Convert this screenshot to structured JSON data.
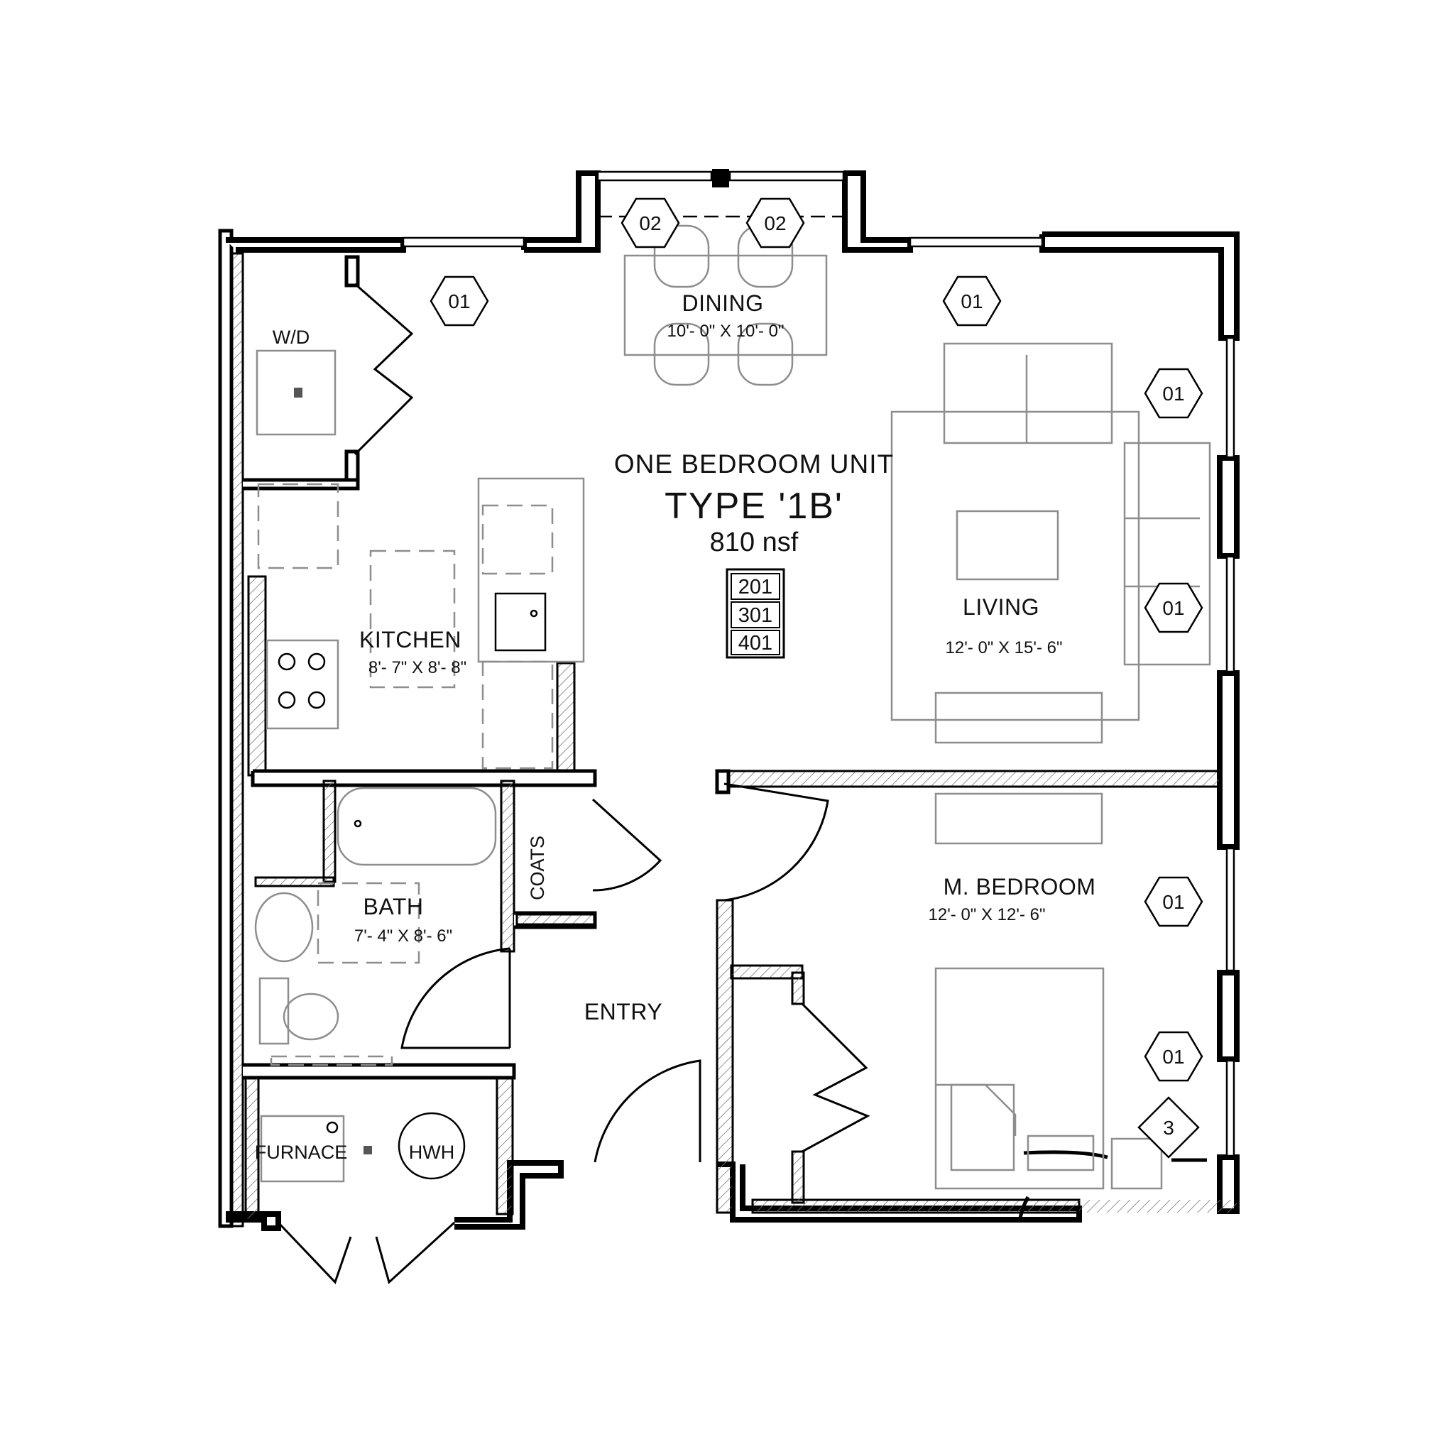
{
  "plan": {
    "title": "ONE BEDROOM UNIT",
    "type_label": "TYPE '1B'",
    "area": "810 nsf",
    "unit_numbers": [
      "201",
      "301",
      "401"
    ]
  },
  "rooms": {
    "dining": {
      "name": "DINING",
      "dims": "10'- 0\" X 10'- 0\""
    },
    "living": {
      "name": "LIVING",
      "dims": "12'- 0\" X 15'- 6\""
    },
    "kitchen": {
      "name": "KITCHEN",
      "dims": "8'- 7\" X 8'- 8\""
    },
    "bath": {
      "name": "BATH",
      "dims": "7'- 4\" X 8'- 6\""
    },
    "bedroom": {
      "name": "M. BEDROOM",
      "dims": "12'- 0\" X 12'- 6\""
    },
    "entry": {
      "name": "ENTRY"
    }
  },
  "labels": {
    "wd": "W/D",
    "coats": "COATS",
    "furnace": "FURNACE",
    "hwh": "HWH"
  },
  "window_tags": {
    "w01": "01",
    "w02": "02",
    "keynote": "3"
  }
}
